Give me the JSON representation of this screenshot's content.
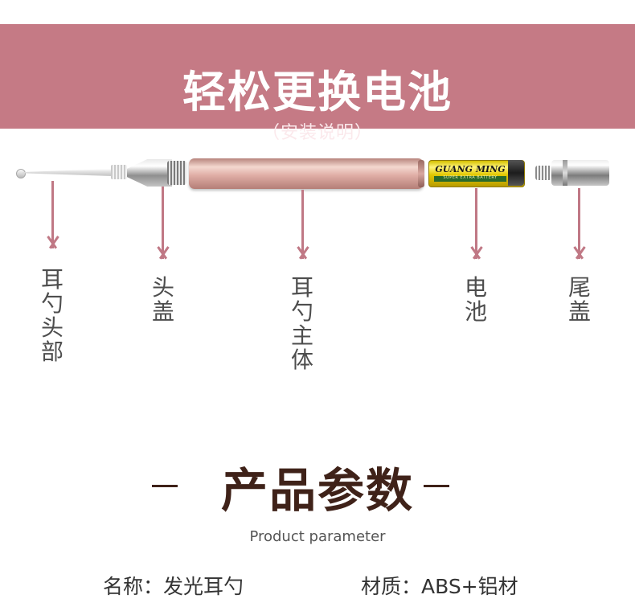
{
  "banner": {
    "title": "轻松更换电池",
    "subtitle": "（安装说明）",
    "color": "#c57a85"
  },
  "product_image": {
    "battery_brand": "GUANG MING",
    "battery_strip_text": "SUPER EXTRA BATTERY",
    "body_color": "#e0aea6",
    "battery_color": "#e1c700"
  },
  "parts": [
    {
      "label": "耳勺头部"
    },
    {
      "label": "头盖"
    },
    {
      "label": "耳勺主体"
    },
    {
      "label": "电池"
    },
    {
      "label": "尾盖"
    }
  ],
  "arrow_color": "#c07885",
  "section": {
    "title": "产品参数",
    "subtitle": "Product parameter"
  },
  "params": [
    {
      "text": "名称：发光耳勺"
    },
    {
      "text": "材质：ABS+铝材"
    }
  ]
}
